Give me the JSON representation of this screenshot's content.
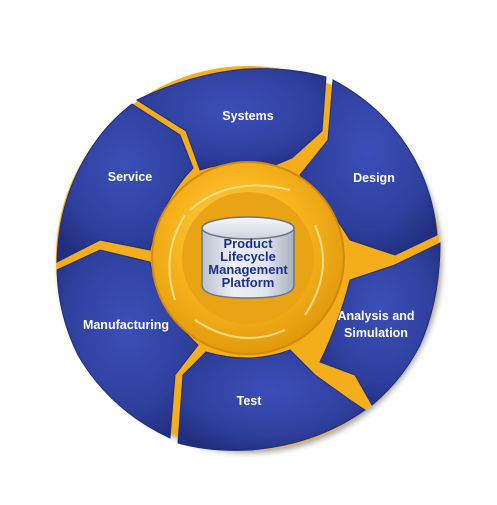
{
  "diagram": {
    "segments": [
      {
        "label": "Systems"
      },
      {
        "label": "Design"
      },
      {
        "label": "Analysis and",
        "label2": "Simulation"
      },
      {
        "label": "Test"
      },
      {
        "label": "Manufacturing"
      },
      {
        "label": "Service"
      }
    ],
    "hub": {
      "lines": [
        "Product",
        "Lifecycle",
        "Management",
        "Platform"
      ]
    }
  },
  "colors": {
    "segment_fill": "#2e3f9c",
    "segment_dark": "#1f2d78",
    "ring_gold": "#f4ae1a",
    "ring_gold_light": "#ffd95a",
    "hub_text": "#1e2f8c",
    "cylinder_fill": "#dde3ec"
  }
}
